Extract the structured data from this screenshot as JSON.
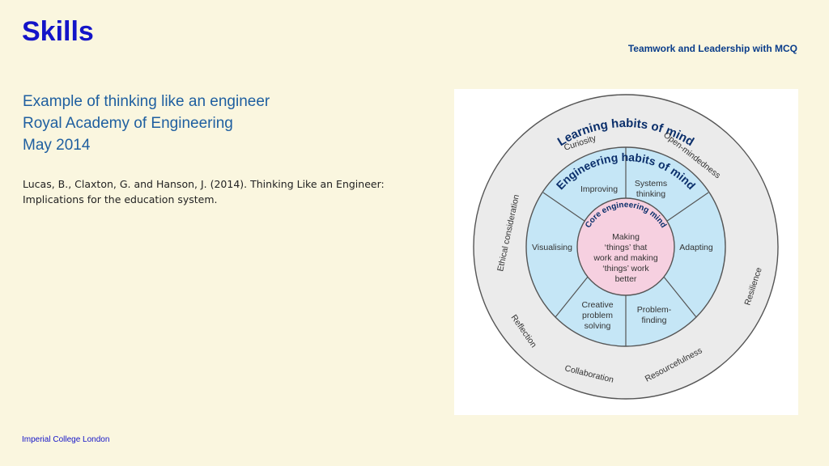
{
  "header": {
    "title": "Skills",
    "course": "Teamwork and Leadership with MCQ"
  },
  "content": {
    "heading_lines": [
      "Example of thinking like an engineer",
      "Royal Academy of Engineering",
      "May 2014"
    ],
    "citation": "Lucas, B., Claxton, G. and Hanson, J. (2014). Thinking Like an Engineer: Implications for the education system."
  },
  "figure": {
    "outer_title": "Learning habits of mind",
    "outer_items": [
      "Curiosity",
      "Open-mindedness",
      "Resilience",
      "Resourcefulness",
      "Collaboration",
      "Reflection",
      "Ethical consideration"
    ],
    "middle_title": "Engineering habits of mind",
    "middle_items": {
      "improving": "Improving",
      "systems_thinking": [
        "Systems",
        "thinking"
      ],
      "adapting": "Adapting",
      "problem_finding": [
        "Problem-",
        "finding"
      ],
      "creative_problem_solving": [
        "Creative",
        "problem",
        "solving"
      ],
      "visualising": "Visualising"
    },
    "core_title": "Core engineering mind",
    "core_text": [
      "Making",
      "‘things’ that",
      "work and making",
      "‘things’ work",
      "better"
    ],
    "colors": {
      "outer_ring": "#ebebeb",
      "middle_ring": "#c5e6f6",
      "core": "#f6d0e0",
      "title_text": "#0b2f6b"
    }
  },
  "footer": {
    "label": "Imperial College London"
  }
}
